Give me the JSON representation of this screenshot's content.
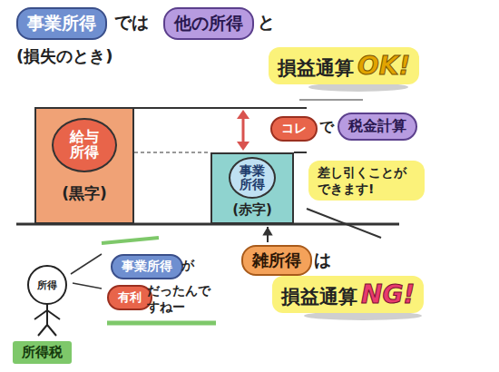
{
  "diagram": {
    "nodes": [
      {
        "text": [
          "事業所得"
        ]
      },
      {
        "text": [
          "他の所得"
        ]
      },
      {
        "text": [
          "損益通算",
          "OK!"
        ]
      },
      {
        "text": [
          "(黒字)"
        ]
      },
      {
        "text": [
          "給与所得"
        ],
        "in": 3
      },
      {
        "text": [
          "(赤字)"
        ]
      },
      {
        "text": [
          "事業所得"
        ],
        "in": 5
      },
      {
        "text": [
          "コレ"
        ]
      },
      {
        "text": [
          "税金計算"
        ]
      },
      {
        "text": [
          "差し引くことができます!"
        ]
      },
      {
        "text": [
          "雑所得"
        ]
      },
      {
        "text": [
          "損益通算",
          "NG!"
        ]
      },
      {
        "text": [
          "事業所得"
        ]
      },
      {
        "text": [
          "有利"
        ]
      },
      {
        "text": [
          "所得"
        ]
      },
      {
        "text": [
          "所得税"
        ]
      }
    ],
    "edges": [
      {
        "from": 10,
        "to": 5,
        "arrow": "to"
      }
    ],
    "labels": [
      "では",
      "と",
      "(損失のとき)",
      "で",
      "は",
      "が",
      "だったんですねー"
    ]
  }
}
